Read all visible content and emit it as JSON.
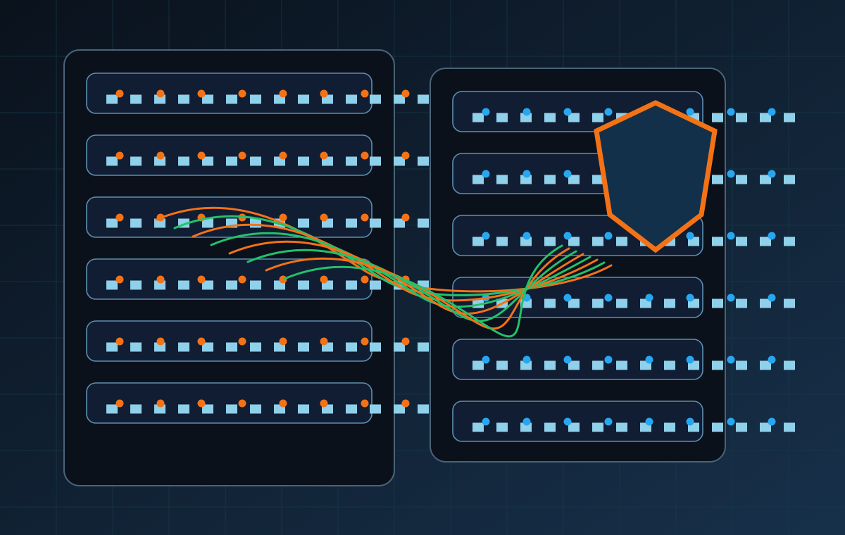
{
  "theme": {
    "bg_start": "#0a121c",
    "bg_end": "#17304a",
    "grid_line": "#173a4a",
    "rack_fill": "#0b111b",
    "rack_stroke": "#4a6378",
    "unit_fill": "#101d33",
    "unit_stroke": "#5e8fb0",
    "square_color": "#8fd0ea",
    "left_dot_color": "#f47216",
    "right_dot_color": "#27a7ef",
    "shield_fill": "#12304a",
    "shield_stroke": "#f47216",
    "wave_orange": "#f47216",
    "wave_green": "#23c16a"
  },
  "icons": {
    "left_rack": "server-rack",
    "right_rack": "server-rack",
    "shield": "shield",
    "data_stream": "migration-waves"
  },
  "left_rack": {
    "unit_count": 6
  },
  "right_rack": {
    "unit_count": 6
  }
}
